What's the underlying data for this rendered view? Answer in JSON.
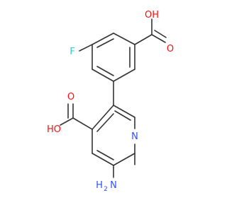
{
  "atoms": {
    "f": {
      "text": "F",
      "color": "#33cccc"
    },
    "acid1_oh": {
      "text": "OH",
      "color": "#ff0d0d"
    },
    "acid1_o": {
      "text": "O",
      "color": "#ff0d0d"
    },
    "acid2_oh": {
      "text": "HO",
      "color": "#ff0d0d"
    },
    "acid2_o": {
      "text": "O",
      "color": "#ff0d0d"
    },
    "ring_n": {
      "text": "N",
      "color": "#3050f8"
    },
    "amine_n": {
      "text": "N",
      "color": "#3050f8"
    },
    "amine_h": {
      "text": "H",
      "color": "#3050f8"
    },
    "amine_h2": {
      "text": "2",
      "color": "#3050f8"
    }
  }
}
